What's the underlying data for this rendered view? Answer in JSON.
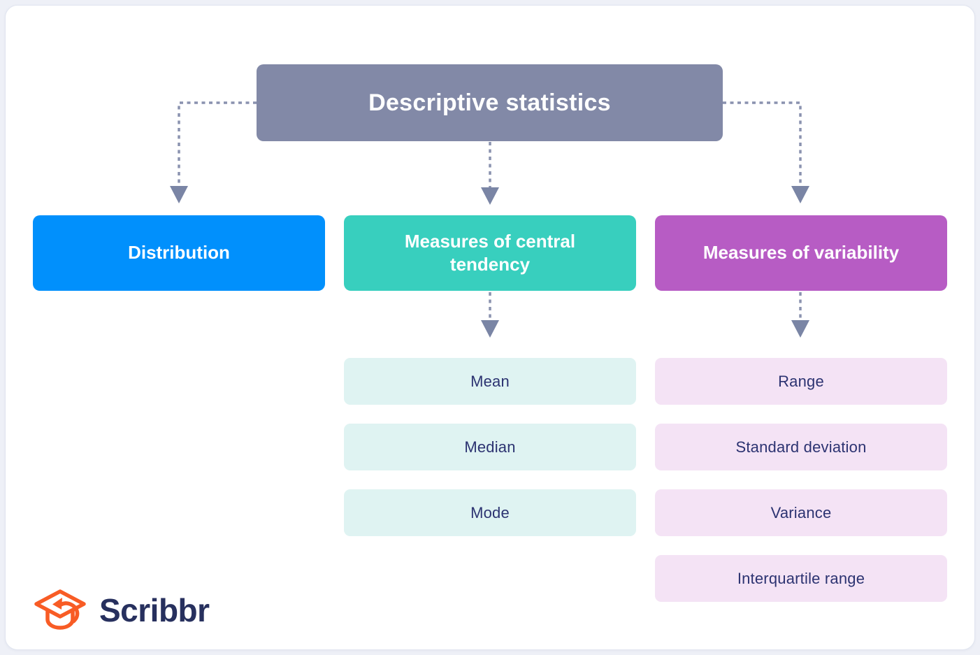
{
  "diagram": {
    "root": {
      "label": "Descriptive statistics"
    },
    "branches": [
      {
        "label": "Distribution",
        "children": []
      },
      {
        "label": "Measures of central tendency",
        "children": [
          "Mean",
          "Median",
          "Mode"
        ]
      },
      {
        "label": "Measures of variability",
        "children": [
          "Range",
          "Standard deviation",
          "Variance",
          "Interquartile range"
        ]
      }
    ]
  },
  "branding": {
    "logo_text": "Scribbr"
  },
  "colors": {
    "root_box": "#8289A7",
    "distribution_box": "#0190FC",
    "central_tendency_box": "#38CFBE",
    "variability_box": "#B75CC4",
    "central_item_bg": "#DFF3F2",
    "variability_item_bg": "#F4E3F5",
    "box_text_light": "#FFFFFF",
    "item_text_navy": "#2C3371",
    "connector_gray": "#8A92AF",
    "logo_orange": "#F85C25",
    "logo_navy": "#27305E"
  }
}
